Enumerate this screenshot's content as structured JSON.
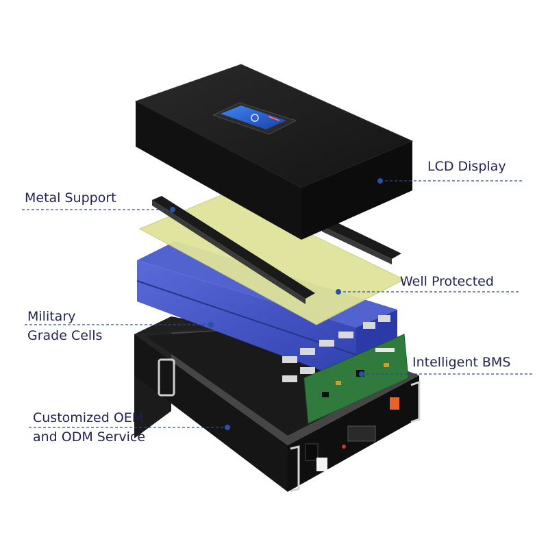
{
  "labels": {
    "lcd_display": "LCD Display",
    "metal_support": "Metal Support",
    "well_protected": "Well Protected",
    "military_line1": "Military",
    "military_line2": "Grade Cells",
    "intelligent_bms": "Intelligent BMS",
    "oem_line1": "Customized OEM",
    "oem_line2": "and ODM Service"
  },
  "colors": {
    "label_text": "#1f2155",
    "leader_line": "#2c4a8c",
    "leader_dot": "#2952a6",
    "casing": "#151515",
    "cells": "#3d4fc0",
    "insulation_sheet": "#dfe39a",
    "pcb": "#2f7a3c",
    "lcd_screen": "#2a66d8",
    "power_button": "#e8622a"
  }
}
